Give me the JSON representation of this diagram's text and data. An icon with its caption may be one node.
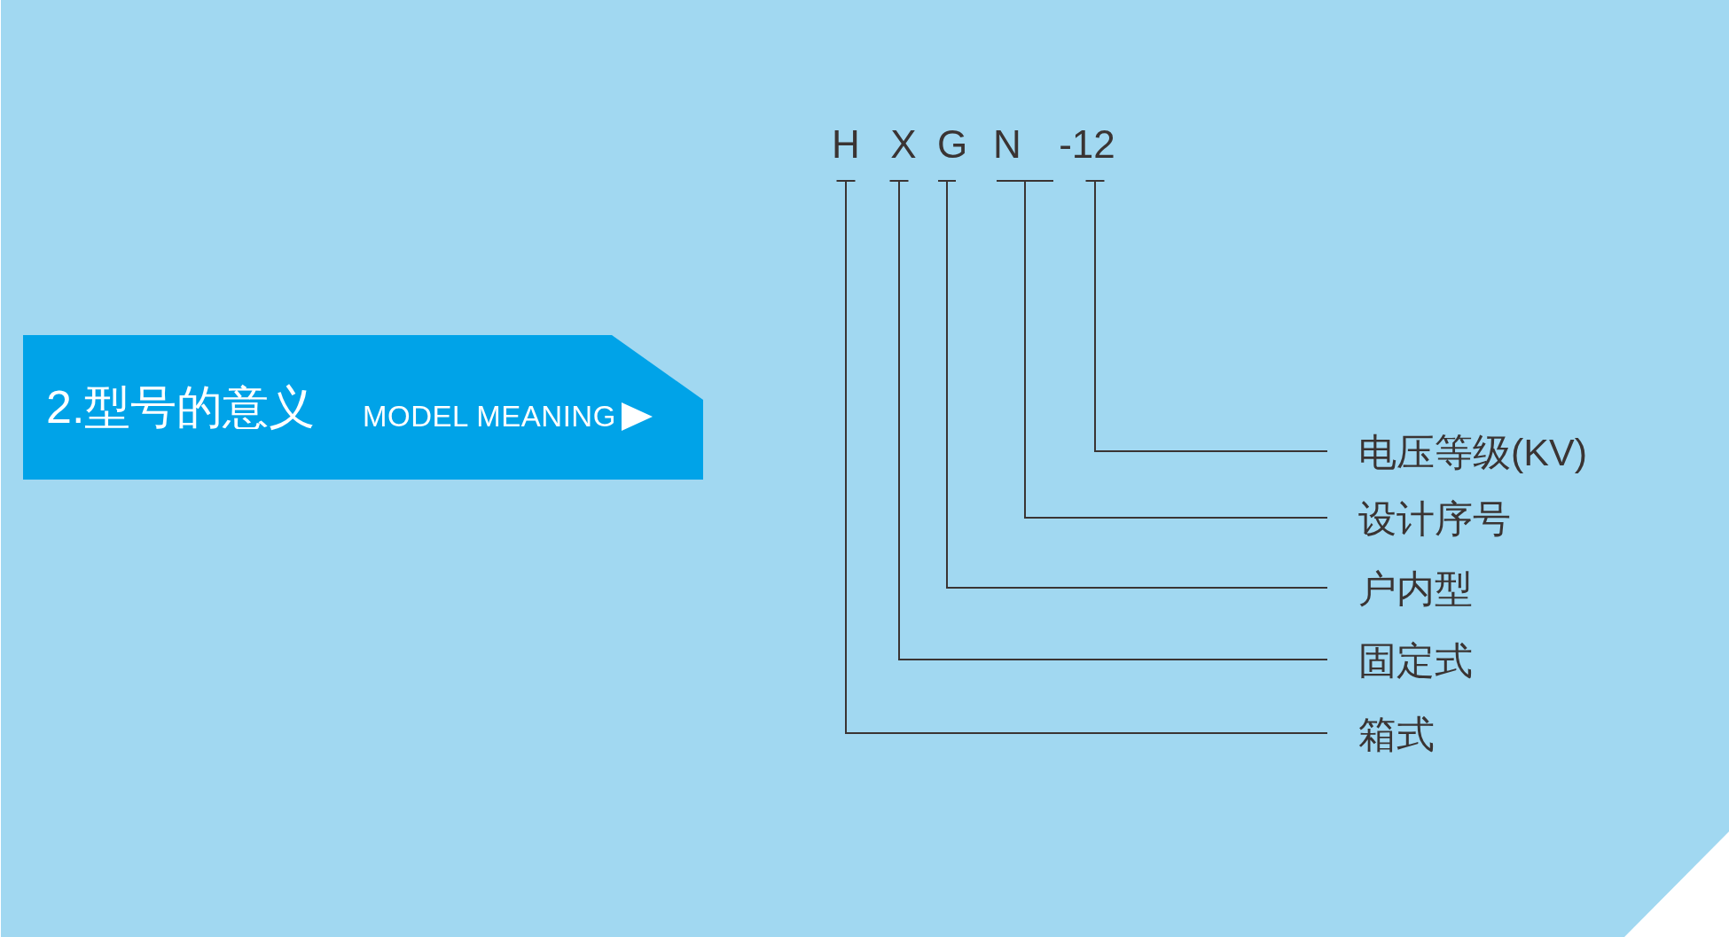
{
  "diagram": {
    "nodes": [
      {
        "text": [
          "2.型号的意义",
          "MODEL MEANING"
        ]
      },
      {
        "text": [
          "H"
        ]
      },
      {
        "text": [
          "X"
        ]
      },
      {
        "text": [
          "G"
        ]
      },
      {
        "text": [
          "N"
        ]
      },
      {
        "text": [
          "-12"
        ]
      },
      {
        "text": [
          "电压等级(KV)"
        ]
      },
      {
        "text": [
          "设计序号"
        ]
      },
      {
        "text": [
          "户内型"
        ]
      },
      {
        "text": [
          "固定式"
        ]
      },
      {
        "text": [
          "箱式"
        ]
      }
    ],
    "edges": [
      {
        "from": 1,
        "to": 10,
        "arrow": "other"
      },
      {
        "from": 2,
        "to": 9,
        "arrow": "other"
      },
      {
        "from": 3,
        "to": 8,
        "arrow": "other"
      },
      {
        "from": 4,
        "to": 7,
        "arrow": "other"
      },
      {
        "from": 5,
        "to": 6,
        "arrow": "other"
      }
    ]
  }
}
